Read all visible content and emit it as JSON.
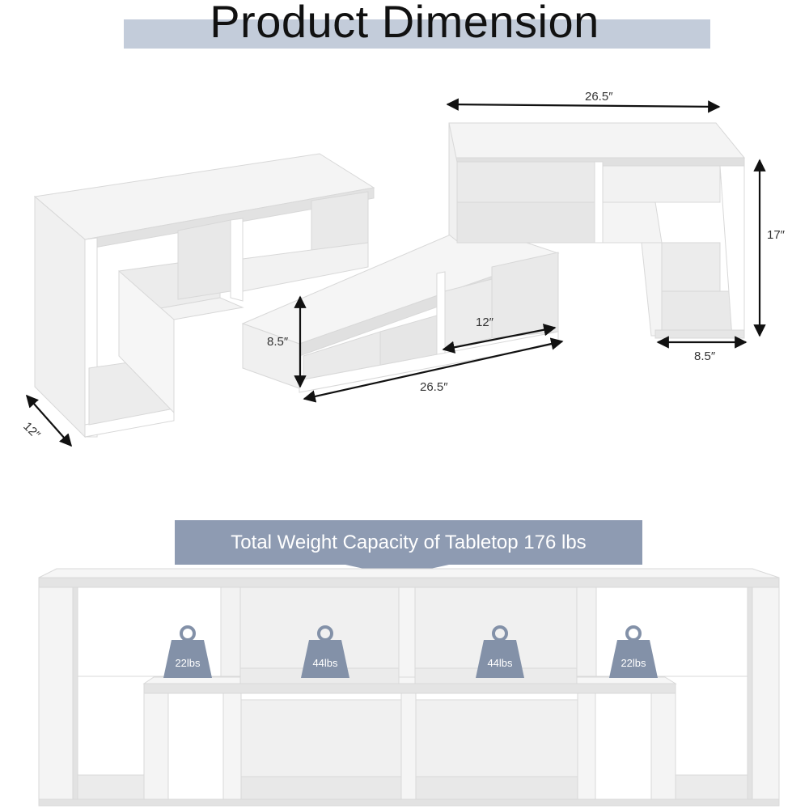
{
  "title": "Product Dimension",
  "dimensions": {
    "top_width": "26.5″",
    "height": "17″",
    "base_depth": "8.5″",
    "middle_height": "8.5″",
    "middle_depth": "12″",
    "middle_width": "26.5″",
    "side_depth": "12″"
  },
  "capacity": "Total Weight Capacity of  Tabletop 176 lbs",
  "weights": [
    "22lbs",
    "44lbs",
    "44lbs",
    "22lbs"
  ],
  "colors": {
    "band": "#c3ccda",
    "banner": "#8e9bb2",
    "weight": "#8391a8"
  }
}
